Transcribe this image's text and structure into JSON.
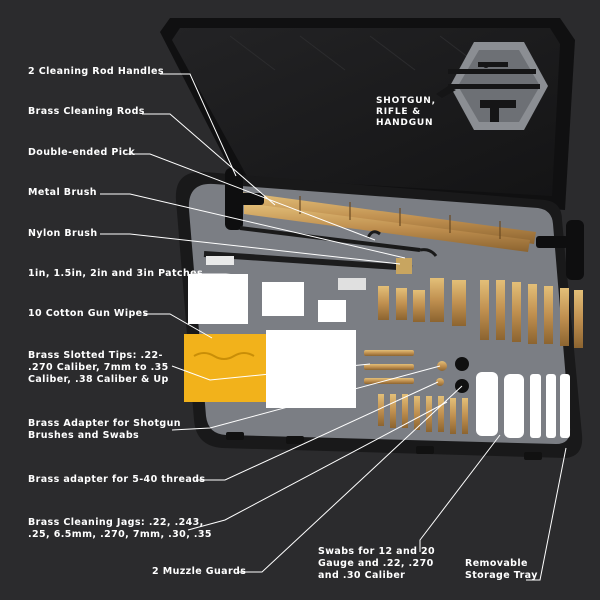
{
  "badge": {
    "lines": [
      "SHOTGUN,",
      "RIFLE &",
      "HANDGUN"
    ],
    "icon": "shotgun-rifle-handgun-hexagon-icon"
  },
  "labels": [
    "2 Cleaning Rod Handles",
    "Brass Cleaning Rods",
    "Double-ended Pick",
    "Metal Brush",
    "Nylon Brush",
    "1in, 1.5in, 2in and 3in Patches",
    "10 Cotton Gun Wipes",
    "Brass Slotted Tips: .22-",
    ".270 Caliber, 7mm to .35",
    "Caliber, .38 Caliber & Up",
    "Brass Adapter for Shotgun",
    "Brushes and Swabs",
    "Brass adapter for 5-40 threads",
    "Brass Cleaning Jags: .22, .243,",
    ".25, 6.5mm, .270, 7mm, .30, .35",
    "2 Muzzle Guards",
    "Swabs for 12 and 20",
    "Gauge and .22, .270",
    "and .30 Caliber",
    "Removable",
    "Storage Tray"
  ],
  "colors": {
    "background": "#2b2b2d",
    "case": "#1c1c1d",
    "tray": "#7b7e84",
    "brass": "#c9a05a",
    "leader": "#ffffff"
  }
}
